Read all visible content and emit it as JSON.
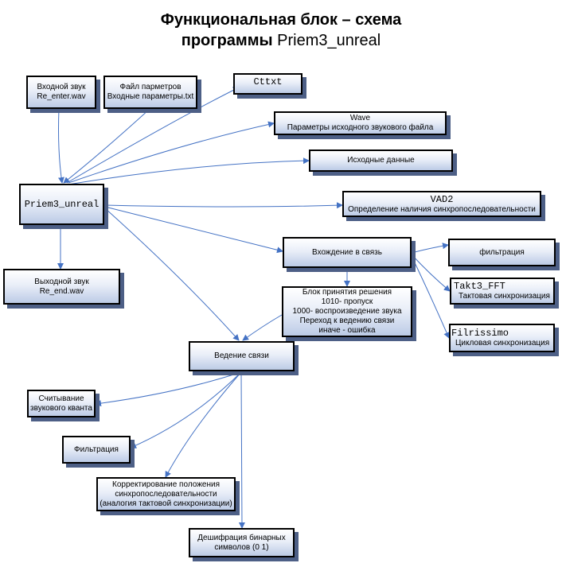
{
  "title": {
    "line1": "Функциональная блок – схема",
    "line2_bold": "программы",
    "line2_normal": "Priem3_unreal"
  },
  "blocks": {
    "input_sound": {
      "line1": "Входной звук",
      "line2": "Re_enter.wav"
    },
    "param_file": {
      "line1": "Файл парметров",
      "line2": "Входные параметры.txt"
    },
    "cttxt": {
      "label": "Cttxt"
    },
    "wave": {
      "line1": "Wave",
      "line2": "Параметры исходного звукового файла"
    },
    "source_data": {
      "label": "Исходные данные"
    },
    "priem": {
      "label": "Priem3_unreal"
    },
    "vad2": {
      "line1": "VAD2",
      "line2": "Определение наличия синхропоследовательности"
    },
    "output_sound": {
      "line1": "Выходной звук",
      "line2": "Re_end.wav"
    },
    "vhozhdenie": {
      "label": "Вхождение в связь"
    },
    "filtration_top": {
      "label": "фильтрация"
    },
    "takt3": {
      "line1": "Takt3_FFT",
      "line2": "Тактовая синхронизация"
    },
    "filrissimo": {
      "line1": "Filrissimo",
      "line2": "Цикловая синхронизация"
    },
    "decision": {
      "lines": [
        "Блок принятия решения",
        "1010- пропуск",
        "1000- воспроизведение звука",
        "Переход к ведению связи",
        "иначе - ошибка"
      ]
    },
    "vedenie": {
      "label": "Ведение связи"
    },
    "read_quant": {
      "line1": "Считывание",
      "line2": "звукового кванта"
    },
    "filtration_bottom": {
      "label": "Фильтрация"
    },
    "correction": {
      "lines": [
        "Корректирование положения",
        "синхропоследовательности",
        "(аналогия  тактовой синхронизации)"
      ]
    },
    "decode": {
      "line1": "Дешифрация бинарных",
      "line2": "символов (0 1)"
    }
  },
  "colors": {
    "arrow": "#4472c4",
    "border": "#000000",
    "shadow": "#4d5f86",
    "fill_top": "#ffffff",
    "fill_bottom": "#bccbe6"
  }
}
